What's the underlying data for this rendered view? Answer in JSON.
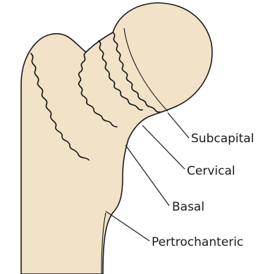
{
  "labels": {
    "subcapital": "Subcapital",
    "cervical": "Cervical",
    "basal": "Basal",
    "pertrochanteric": "Pertrochanteric"
  },
  "colors": {
    "bone_fill": "#f1e2c8",
    "outline": "#1a1a1a",
    "fracture_line": "#111111",
    "leader_line": "#1a1a1a"
  }
}
